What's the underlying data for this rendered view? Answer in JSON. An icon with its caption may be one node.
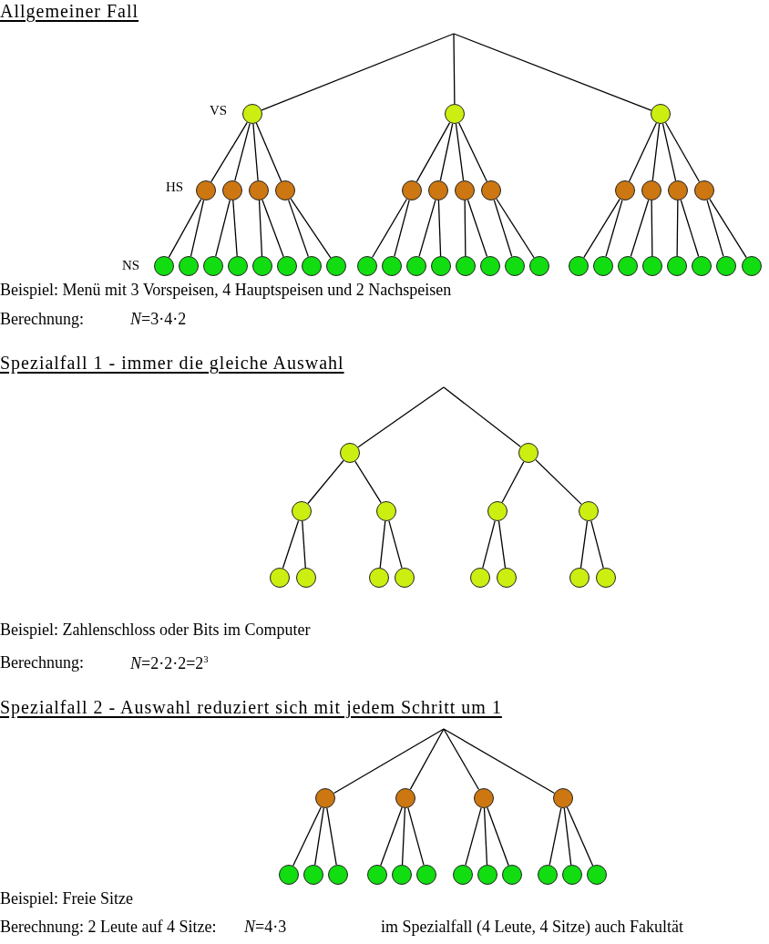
{
  "diagram": {
    "nodes": [
      {
        "text": [],
        "shape": "circle"
      },
      {
        "text": [],
        "shape": "circle"
      },
      {
        "text": [],
        "shape": "circle"
      },
      {
        "text": [],
        "shape": "circle"
      },
      {
        "text": [],
        "shape": "circle"
      },
      {
        "text": [],
        "shape": "circle"
      },
      {
        "text": [],
        "shape": "circle"
      },
      {
        "text": [],
        "shape": "circle"
      },
      {
        "text": [],
        "shape": "circle"
      },
      {
        "text": [],
        "shape": "circle"
      },
      {
        "text": [],
        "shape": "circle"
      },
      {
        "text": [],
        "shape": "circle"
      },
      {
        "text": [],
        "shape": "circle"
      },
      {
        "text": [],
        "shape": "circle"
      },
      {
        "text": [],
        "shape": "circle"
      },
      {
        "text": [],
        "shape": "circle"
      },
      {
        "text": [],
        "shape": "circle"
      },
      {
        "text": [],
        "shape": "circle"
      },
      {
        "text": [],
        "shape": "circle"
      },
      {
        "text": [],
        "shape": "circle"
      },
      {
        "text": [],
        "shape": "circle"
      },
      {
        "text": [],
        "shape": "circle"
      },
      {
        "text": [],
        "shape": "circle"
      },
      {
        "text": [],
        "shape": "circle"
      },
      {
        "text": [],
        "shape": "circle"
      },
      {
        "text": [],
        "shape": "circle"
      },
      {
        "text": [],
        "shape": "circle"
      },
      {
        "text": [],
        "shape": "circle"
      },
      {
        "text": [],
        "shape": "circle"
      },
      {
        "text": [],
        "shape": "circle"
      },
      {
        "text": [],
        "shape": "circle"
      },
      {
        "text": [],
        "shape": "circle"
      },
      {
        "text": [],
        "shape": "circle"
      },
      {
        "text": [],
        "shape": "circle"
      },
      {
        "text": [],
        "shape": "circle"
      },
      {
        "text": [],
        "shape": "circle"
      },
      {
        "text": [],
        "shape": "circle"
      },
      {
        "text": [],
        "shape": "circle"
      },
      {
        "text": [],
        "shape": "circle"
      },
      {
        "text": [],
        "shape": "circle"
      },
      {
        "text": [],
        "shape": "circle"
      },
      {
        "text": [],
        "shape": "circle"
      },
      {
        "text": [],
        "shape": "circle"
      },
      {
        "text": [],
        "shape": "circle"
      },
      {
        "text": [],
        "shape": "circle"
      },
      {
        "text": [],
        "shape": "circle"
      },
      {
        "text": [],
        "shape": "circle"
      },
      {
        "text": [],
        "shape": "circle"
      },
      {
        "text": [],
        "shape": "circle"
      },
      {
        "text": [],
        "shape": "circle"
      },
      {
        "text": [],
        "shape": "circle"
      },
      {
        "text": [],
        "shape": "circle"
      },
      {
        "text": [],
        "shape": "circle"
      },
      {
        "text": [],
        "shape": "circle"
      },
      {
        "text": [],
        "shape": "circle"
      },
      {
        "text": [],
        "shape": "circle"
      },
      {
        "text": [],
        "shape": "circle"
      },
      {
        "text": [],
        "shape": "circle"
      },
      {
        "text": [],
        "shape": "circle"
      },
      {
        "text": [],
        "shape": "circle"
      },
      {
        "text": [],
        "shape": "circle"
      },
      {
        "text": [],
        "shape": "circle"
      },
      {
        "text": [],
        "shape": "circle"
      },
      {
        "text": [],
        "shape": "circle"
      },
      {
        "text": [],
        "shape": "circle"
      },
      {
        "text": [],
        "shape": "circle"
      },
      {
        "text": [],
        "shape": "circle"
      },
      {
        "text": [],
        "shape": "circle"
      },
      {
        "text": [],
        "shape": "circle"
      }
    ],
    "edges": [
      {
        "from": null,
        "to": 0,
        "arrow": "none"
      },
      {
        "from": null,
        "to": 1,
        "arrow": "none"
      },
      {
        "from": null,
        "to": 2,
        "arrow": "none"
      },
      {
        "from": 0,
        "to": 3,
        "arrow": "none"
      },
      {
        "from": 0,
        "to": 4,
        "arrow": "none"
      },
      {
        "from": 0,
        "to": 5,
        "arrow": "none"
      },
      {
        "from": 0,
        "to": 6,
        "arrow": "none"
      },
      {
        "from": 1,
        "to": 7,
        "arrow": "none"
      },
      {
        "from": 1,
        "to": 8,
        "arrow": "none"
      },
      {
        "from": 1,
        "to": 9,
        "arrow": "none"
      },
      {
        "from": 1,
        "to": 10,
        "arrow": "none"
      },
      {
        "from": 2,
        "to": 11,
        "arrow": "none"
      },
      {
        "from": 2,
        "to": 12,
        "arrow": "none"
      },
      {
        "from": 2,
        "to": 13,
        "arrow": "none"
      },
      {
        "from": 2,
        "to": 14,
        "arrow": "none"
      },
      {
        "from": 3,
        "to": 15,
        "arrow": "none"
      },
      {
        "from": 3,
        "to": 16,
        "arrow": "none"
      },
      {
        "from": 4,
        "to": 17,
        "arrow": "none"
      },
      {
        "from": 4,
        "to": 18,
        "arrow": "none"
      },
      {
        "from": 5,
        "to": 19,
        "arrow": "none"
      },
      {
        "from": 5,
        "to": 20,
        "arrow": "none"
      },
      {
        "from": 6,
        "to": 21,
        "arrow": "none"
      },
      {
        "from": 6,
        "to": 22,
        "arrow": "none"
      },
      {
        "from": 7,
        "to": 23,
        "arrow": "none"
      },
      {
        "from": 7,
        "to": 24,
        "arrow": "none"
      },
      {
        "from": 8,
        "to": 25,
        "arrow": "none"
      },
      {
        "from": 8,
        "to": 26,
        "arrow": "none"
      },
      {
        "from": 9,
        "to": 27,
        "arrow": "none"
      },
      {
        "from": 9,
        "to": 28,
        "arrow": "none"
      },
      {
        "from": 10,
        "to": 29,
        "arrow": "none"
      },
      {
        "from": 10,
        "to": 30,
        "arrow": "none"
      },
      {
        "from": 11,
        "to": 31,
        "arrow": "none"
      },
      {
        "from": 11,
        "to": 32,
        "arrow": "none"
      },
      {
        "from": 12,
        "to": 33,
        "arrow": "none"
      },
      {
        "from": 12,
        "to": 34,
        "arrow": "none"
      },
      {
        "from": 13,
        "to": 35,
        "arrow": "none"
      },
      {
        "from": 13,
        "to": 36,
        "arrow": "none"
      },
      {
        "from": 14,
        "to": 37,
        "arrow": "none"
      },
      {
        "from": 14,
        "to": 38,
        "arrow": "none"
      },
      {
        "from": null,
        "to": 39,
        "arrow": "none"
      },
      {
        "from": null,
        "to": 40,
        "arrow": "none"
      },
      {
        "from": 39,
        "to": 41,
        "arrow": "none"
      },
      {
        "from": 39,
        "to": 42,
        "arrow": "none"
      },
      {
        "from": 40,
        "to": 43,
        "arrow": "none"
      },
      {
        "from": 40,
        "to": 44,
        "arrow": "none"
      },
      {
        "from": 41,
        "to": 45,
        "arrow": "none"
      },
      {
        "from": 41,
        "to": 46,
        "arrow": "none"
      },
      {
        "from": 42,
        "to": 47,
        "arrow": "none"
      },
      {
        "from": 42,
        "to": 48,
        "arrow": "none"
      },
      {
        "from": 43,
        "to": 49,
        "arrow": "none"
      },
      {
        "from": 43,
        "to": 50,
        "arrow": "none"
      },
      {
        "from": 44,
        "to": 51,
        "arrow": "none"
      },
      {
        "from": 44,
        "to": 52,
        "arrow": "none"
      },
      {
        "from": null,
        "to": 53,
        "arrow": "none"
      },
      {
        "from": null,
        "to": 54,
        "arrow": "none"
      },
      {
        "from": null,
        "to": 55,
        "arrow": "none"
      },
      {
        "from": null,
        "to": 56,
        "arrow": "none"
      },
      {
        "from": 53,
        "to": 57,
        "arrow": "none"
      },
      {
        "from": 53,
        "to": 58,
        "arrow": "none"
      },
      {
        "from": 53,
        "to": 59,
        "arrow": "none"
      },
      {
        "from": 54,
        "to": 60,
        "arrow": "none"
      },
      {
        "from": 54,
        "to": 61,
        "arrow": "none"
      },
      {
        "from": 54,
        "to": 62,
        "arrow": "none"
      },
      {
        "from": 55,
        "to": 63,
        "arrow": "none"
      },
      {
        "from": 55,
        "to": 64,
        "arrow": "none"
      },
      {
        "from": 55,
        "to": 65,
        "arrow": "none"
      },
      {
        "from": 56,
        "to": 66,
        "arrow": "none"
      },
      {
        "from": 56,
        "to": 67,
        "arrow": "none"
      },
      {
        "from": 56,
        "to": 68,
        "arrow": "none"
      }
    ],
    "labels": [
      "Allgemeiner Fall",
      "VS",
      "HS",
      "NS",
      "Beispiel: Menü mit 3 Vorspeisen, 4 Hauptspeisen und 2 Nachspeisen",
      "Berechnung:",
      "*N*=3·4·2",
      "Spezialfall 1 - immer die gleiche Auswahl",
      "Beispiel: Zahlenschloss oder Bits im Computer",
      "Berechnung:",
      "*N*=2·2·2=2$^{3}$",
      "Spezialfall 2 - Auswahl reduziert sich mit jedem Schritt um 1",
      "Beispiel: Freie Sitze",
      "Berechnung: 2 Leute auf 4 Sitze:",
      "*N*=4·3",
      "im Spezialfall (4 Leute, 4 Sitze) auch Fakultät"
    ]
  }
}
